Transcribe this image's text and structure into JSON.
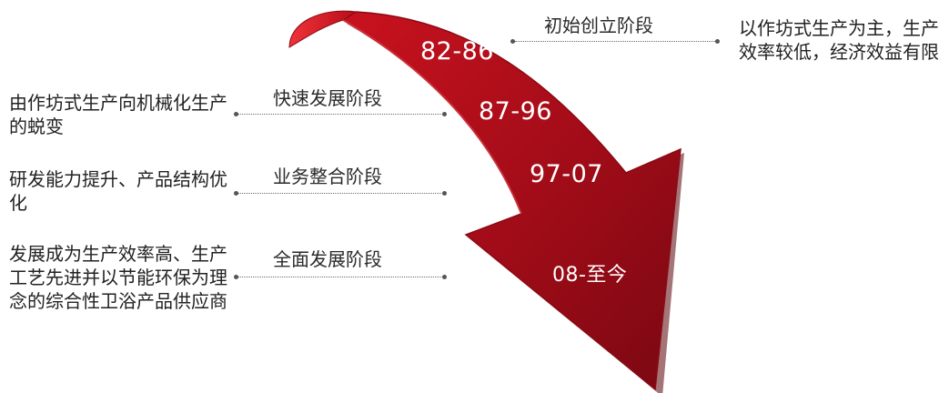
{
  "stages": [
    {
      "period": "82-86",
      "name": "初始创立阶段",
      "description": "以作坊式生产为主，生产效率较低，经济效益有限"
    },
    {
      "period": "87-96",
      "name": "快速发展阶段",
      "description": "由作坊式生产向机械化生产的蜕变"
    },
    {
      "period": "97-07",
      "name": "业务整合阶段",
      "description": "研发能力提升、产品结构优化"
    },
    {
      "period": "08-至今",
      "name": "全面发展阶段",
      "description": "发展成为生产效率高、生产工艺先进并以节能环保为理念的综合性卫浴产品供应商"
    }
  ],
  "colors": {
    "arrow": "#b0101c",
    "arrow_dark": "#6e0610",
    "arrow_highlight": "#e8222e",
    "tail_front": "#d4141e"
  }
}
